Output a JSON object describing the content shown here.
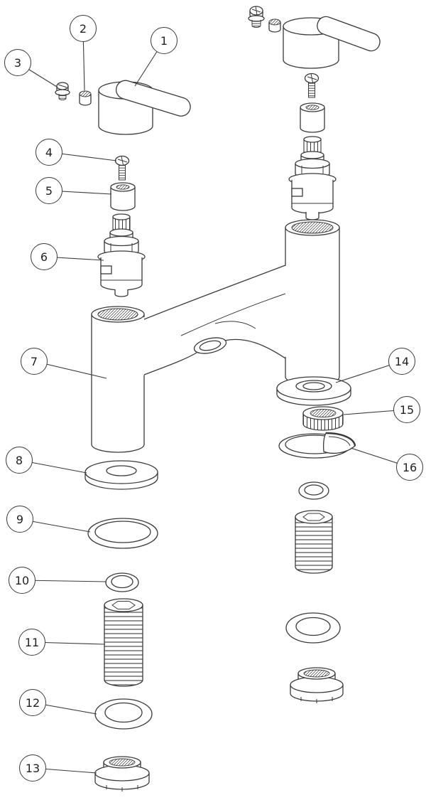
{
  "colors": {
    "line": "#3a3a3a",
    "background": "#ffffff"
  },
  "callouts": [
    {
      "label": "1",
      "part": "handle-lever"
    },
    {
      "label": "2",
      "part": "handle-bush"
    },
    {
      "label": "3",
      "part": "handle-screw"
    },
    {
      "label": "4",
      "part": "fixing-screw"
    },
    {
      "label": "5",
      "part": "spacer-sleeve"
    },
    {
      "label": "6",
      "part": "ceramic-cartridge"
    },
    {
      "label": "7",
      "part": "tap-body"
    },
    {
      "label": "8",
      "part": "base-washer"
    },
    {
      "label": "9",
      "part": "o-ring-seal"
    },
    {
      "label": "10",
      "part": "small-o-ring"
    },
    {
      "label": "11",
      "part": "threaded-stud"
    },
    {
      "label": "12",
      "part": "rubber-washer"
    },
    {
      "label": "13",
      "part": "backnut"
    },
    {
      "label": "14",
      "part": "shroud-washer"
    },
    {
      "label": "15",
      "part": "knurled-ring"
    },
    {
      "label": "16",
      "part": "wedge-washer"
    }
  ]
}
